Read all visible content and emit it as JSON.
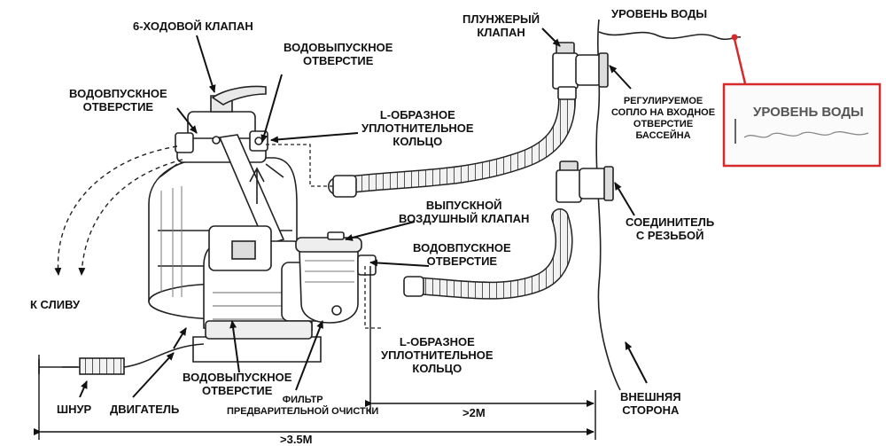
{
  "labels": {
    "six_way_valve": "6-ХОДОВОЙ КЛАПАН",
    "outlet_top": [
      "ВОДОВЫПУСКНОЕ",
      "ОТВЕРСТИЕ"
    ],
    "inlet_left": [
      "ВОДОВПУСКНОЕ",
      "ОТВЕРСТИЕ"
    ],
    "l_ring_top": [
      "L-ОБРАЗНОЕ",
      "УПЛОТНИТЕЛЬНОЕ",
      "КОЛЬЦО"
    ],
    "plunger_valve": [
      "ПЛУНЖЕРЫЙ",
      "КЛАПАН"
    ],
    "water_level": "УРОВЕНЬ ВОДЫ",
    "adjustable_nozzle": [
      "РЕГУЛИРУЕМОЕ",
      "СОПЛО НА ВХОДНОЕ",
      "ОТВЕРСТИЕ",
      "БАССЕЙНА"
    ],
    "air_release_valve": [
      "ВЫПУСКНОЙ",
      "ВОЗДУШНЫЙ КЛАПАН"
    ],
    "inlet_right": [
      "ВОДОВПУСКНОЕ",
      "ОТВЕРСТИЕ"
    ],
    "threaded_connector": [
      "СОЕДИНИТЕЛЬ",
      "С РЕЗЬБОЙ"
    ],
    "to_drain": "К СЛИВУ",
    "l_ring_bottom": [
      "L-ОБРАЗНОЕ",
      "УПЛОТНИТЕЛЬНОЕ",
      "КОЛЬЦО"
    ],
    "outlet_bottom": [
      "ВОДОВЫПУСКНОЕ",
      "ОТВЕРСТИЕ"
    ],
    "prefilter": [
      "ФИЛЬТР",
      "ПРЕДВАРИТЕЛЬНОЙ ОЧИСТКИ"
    ],
    "cord": "ШНУР",
    "motor": "ДВИГАТЕЛЬ",
    "outside": [
      "ВНЕШНЯЯ",
      "СТОРОНА"
    ],
    "dist_2m": ">2M",
    "dist_3_5m": ">3.5M"
  },
  "callout": {
    "title": "УРОВЕНЬ ВОДЫ",
    "border_color": "#d62a2a"
  }
}
